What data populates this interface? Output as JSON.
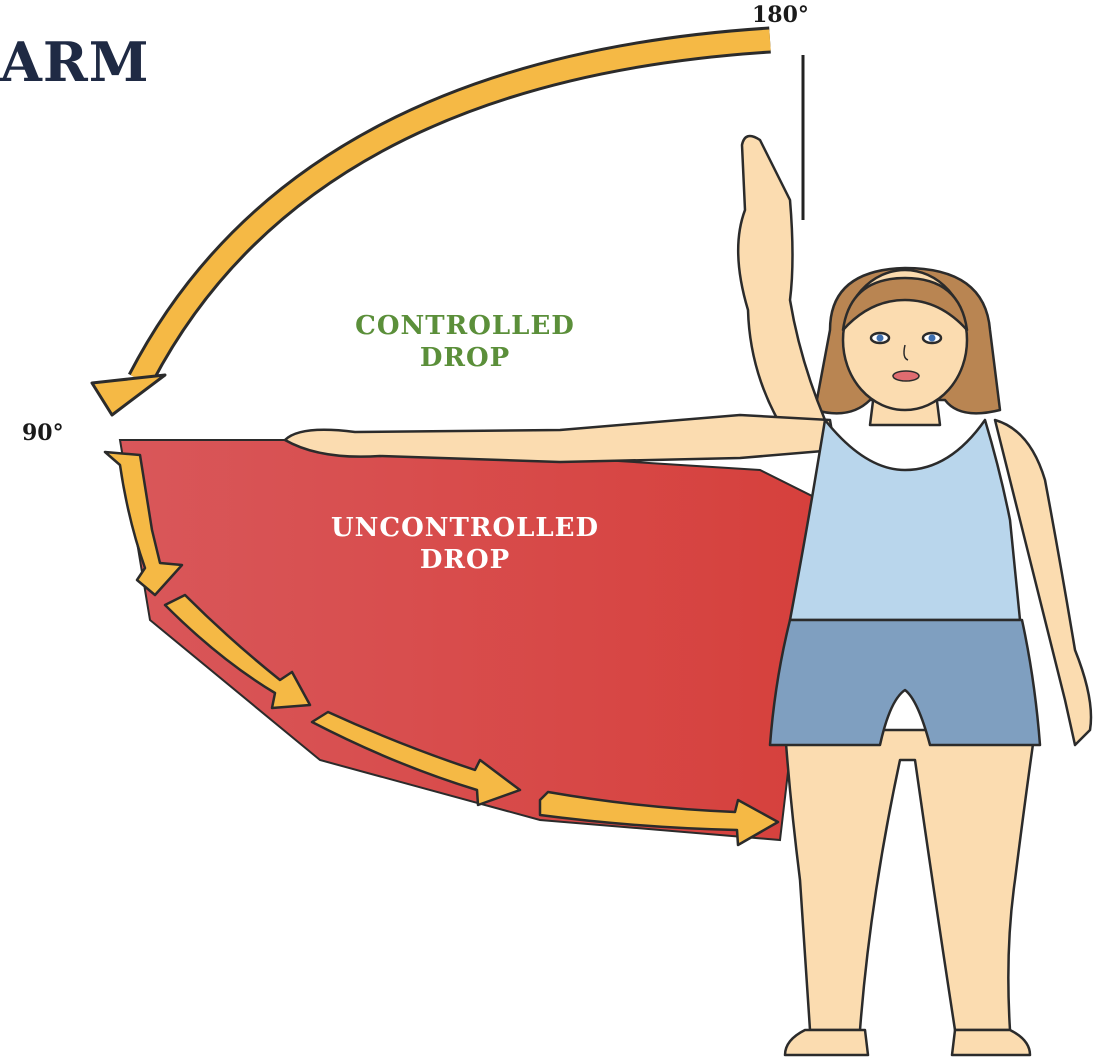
{
  "title": "ARM",
  "angle_top": "180°",
  "angle_horizontal": "90°",
  "zones": {
    "controlled": {
      "line1": "CONTROLLED",
      "line2": "DROP"
    },
    "uncontrolled": {
      "line1": "UNCONTROLLED",
      "line2": "DROP"
    }
  },
  "colors": {
    "controlled_text": "#5b8f3a",
    "uncontrolled_area": "#d94a47",
    "arrow": "#f5b945",
    "skin": "#fbdcb0",
    "hair": "#b98552",
    "top": "#b9d6ec",
    "shorts": "#7f9fc0"
  }
}
